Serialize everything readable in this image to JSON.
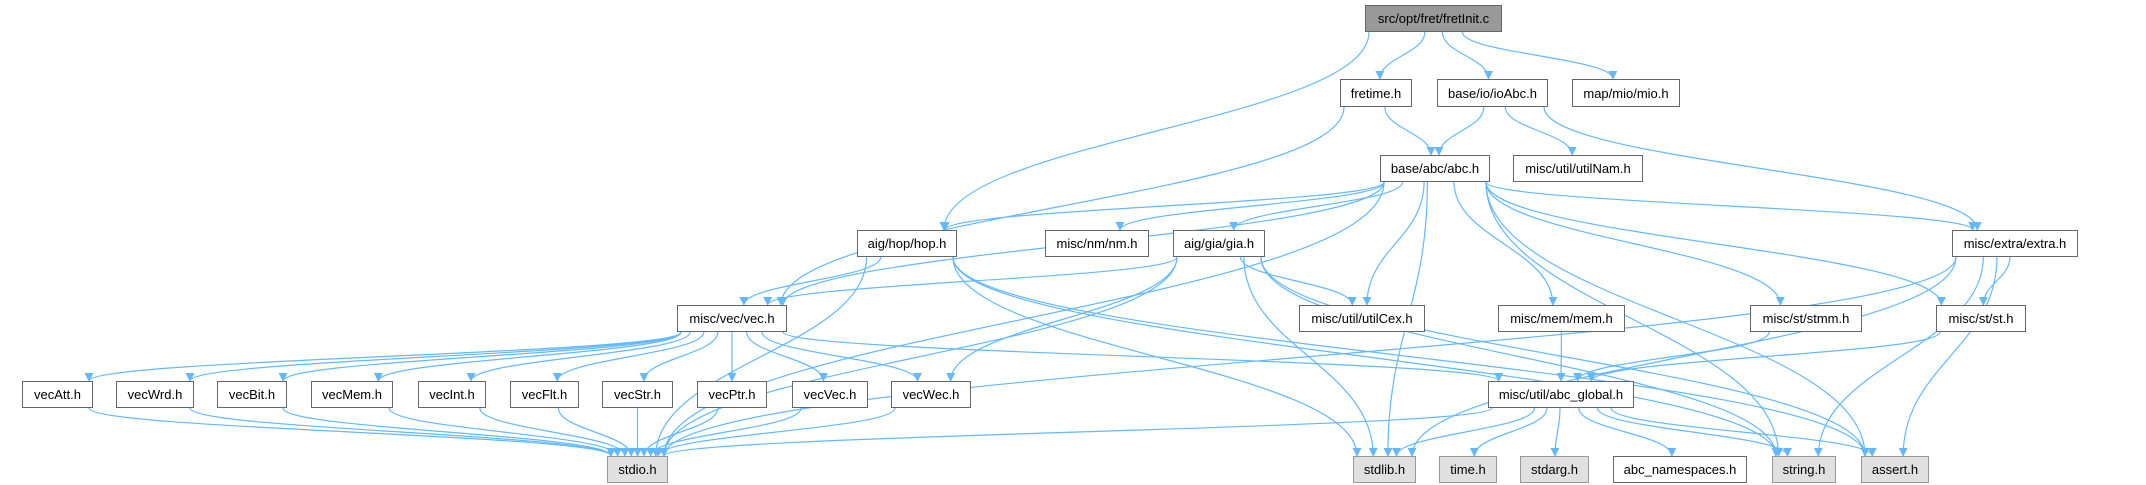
{
  "graph": {
    "title": "src/opt/fret/fretInit.c",
    "edge_color": "#63b8ff",
    "nodes": {
      "root": "src/opt/fret/fretInit.c",
      "fretime": "fretime.h",
      "ioAbc": "base/io/ioAbc.h",
      "mio": "map/mio/mio.h",
      "abc": "base/abc/abc.h",
      "utilNam": "misc/util/utilNam.h",
      "hop": "aig/hop/hop.h",
      "nm": "misc/nm/nm.h",
      "gia": "aig/gia/gia.h",
      "extra": "misc/extra/extra.h",
      "vec": "misc/vec/vec.h",
      "utilCex": "misc/util/utilCex.h",
      "mem": "misc/mem/mem.h",
      "stmm": "misc/st/stmm.h",
      "st": "misc/st/st.h",
      "vecAtt": "vecAtt.h",
      "vecWrd": "vecWrd.h",
      "vecBit": "vecBit.h",
      "vecMem": "vecMem.h",
      "vecInt": "vecInt.h",
      "vecFlt": "vecFlt.h",
      "vecStr": "vecStr.h",
      "vecPtr": "vecPtr.h",
      "vecVec": "vecVec.h",
      "vecWec": "vecWec.h",
      "abc_global": "misc/util/abc_global.h",
      "stdio": "stdio.h",
      "stdlib": "stdlib.h",
      "time": "time.h",
      "stdarg": "stdarg.h",
      "abc_namespaces": "abc_namespaces.h",
      "string": "string.h",
      "assert": "assert.h"
    },
    "edges": [
      [
        "root",
        "hop"
      ],
      [
        "root",
        "fretime"
      ],
      [
        "root",
        "ioAbc"
      ],
      [
        "root",
        "mio"
      ],
      [
        "fretime",
        "vec"
      ],
      [
        "fretime",
        "abc"
      ],
      [
        "ioAbc",
        "abc"
      ],
      [
        "ioAbc",
        "utilNam"
      ],
      [
        "ioAbc",
        "extra"
      ],
      [
        "abc",
        "hop"
      ],
      [
        "abc",
        "vec"
      ],
      [
        "abc",
        "stdio"
      ],
      [
        "abc",
        "nm"
      ],
      [
        "abc",
        "gia"
      ],
      [
        "abc",
        "utilCex"
      ],
      [
        "abc",
        "stdlib"
      ],
      [
        "abc",
        "mem"
      ],
      [
        "abc",
        "stmm"
      ],
      [
        "abc",
        "st"
      ],
      [
        "abc",
        "string"
      ],
      [
        "abc",
        "extra"
      ],
      [
        "abc",
        "assert"
      ],
      [
        "hop",
        "stdio"
      ],
      [
        "hop",
        "vec"
      ],
      [
        "hop",
        "stdlib"
      ],
      [
        "hop",
        "string"
      ],
      [
        "hop",
        "assert"
      ],
      [
        "gia",
        "vec"
      ],
      [
        "gia",
        "vecWec"
      ],
      [
        "gia",
        "stdio"
      ],
      [
        "gia",
        "stdlib"
      ],
      [
        "gia",
        "utilCex"
      ],
      [
        "gia",
        "string"
      ],
      [
        "gia",
        "assert"
      ],
      [
        "vec",
        "vecAtt"
      ],
      [
        "vec",
        "vecWrd"
      ],
      [
        "vec",
        "vecBit"
      ],
      [
        "vec",
        "vecMem"
      ],
      [
        "vec",
        "vecInt"
      ],
      [
        "vec",
        "vecFlt"
      ],
      [
        "vec",
        "vecStr"
      ],
      [
        "vec",
        "vecPtr"
      ],
      [
        "vec",
        "vecVec"
      ],
      [
        "vec",
        "vecWec"
      ],
      [
        "vec",
        "abc_global"
      ],
      [
        "vecAtt",
        "stdio"
      ],
      [
        "vecWrd",
        "stdio"
      ],
      [
        "vecBit",
        "stdio"
      ],
      [
        "vecMem",
        "stdio"
      ],
      [
        "vecInt",
        "stdio"
      ],
      [
        "vecFlt",
        "stdio"
      ],
      [
        "vecStr",
        "stdio"
      ],
      [
        "vecPtr",
        "stdio"
      ],
      [
        "vecVec",
        "stdio"
      ],
      [
        "vecWec",
        "stdio"
      ],
      [
        "extra",
        "stdio"
      ],
      [
        "extra",
        "stdlib"
      ],
      [
        "extra",
        "st"
      ],
      [
        "extra",
        "string"
      ],
      [
        "extra",
        "assert"
      ],
      [
        "mem",
        "abc_global"
      ],
      [
        "stmm",
        "abc_global"
      ],
      [
        "st",
        "abc_global"
      ],
      [
        "abc_global",
        "stdio"
      ],
      [
        "abc_global",
        "stdlib"
      ],
      [
        "abc_global",
        "time"
      ],
      [
        "abc_global",
        "stdarg"
      ],
      [
        "abc_global",
        "abc_namespaces"
      ],
      [
        "abc_global",
        "string"
      ],
      [
        "abc_global",
        "assert"
      ]
    ]
  }
}
